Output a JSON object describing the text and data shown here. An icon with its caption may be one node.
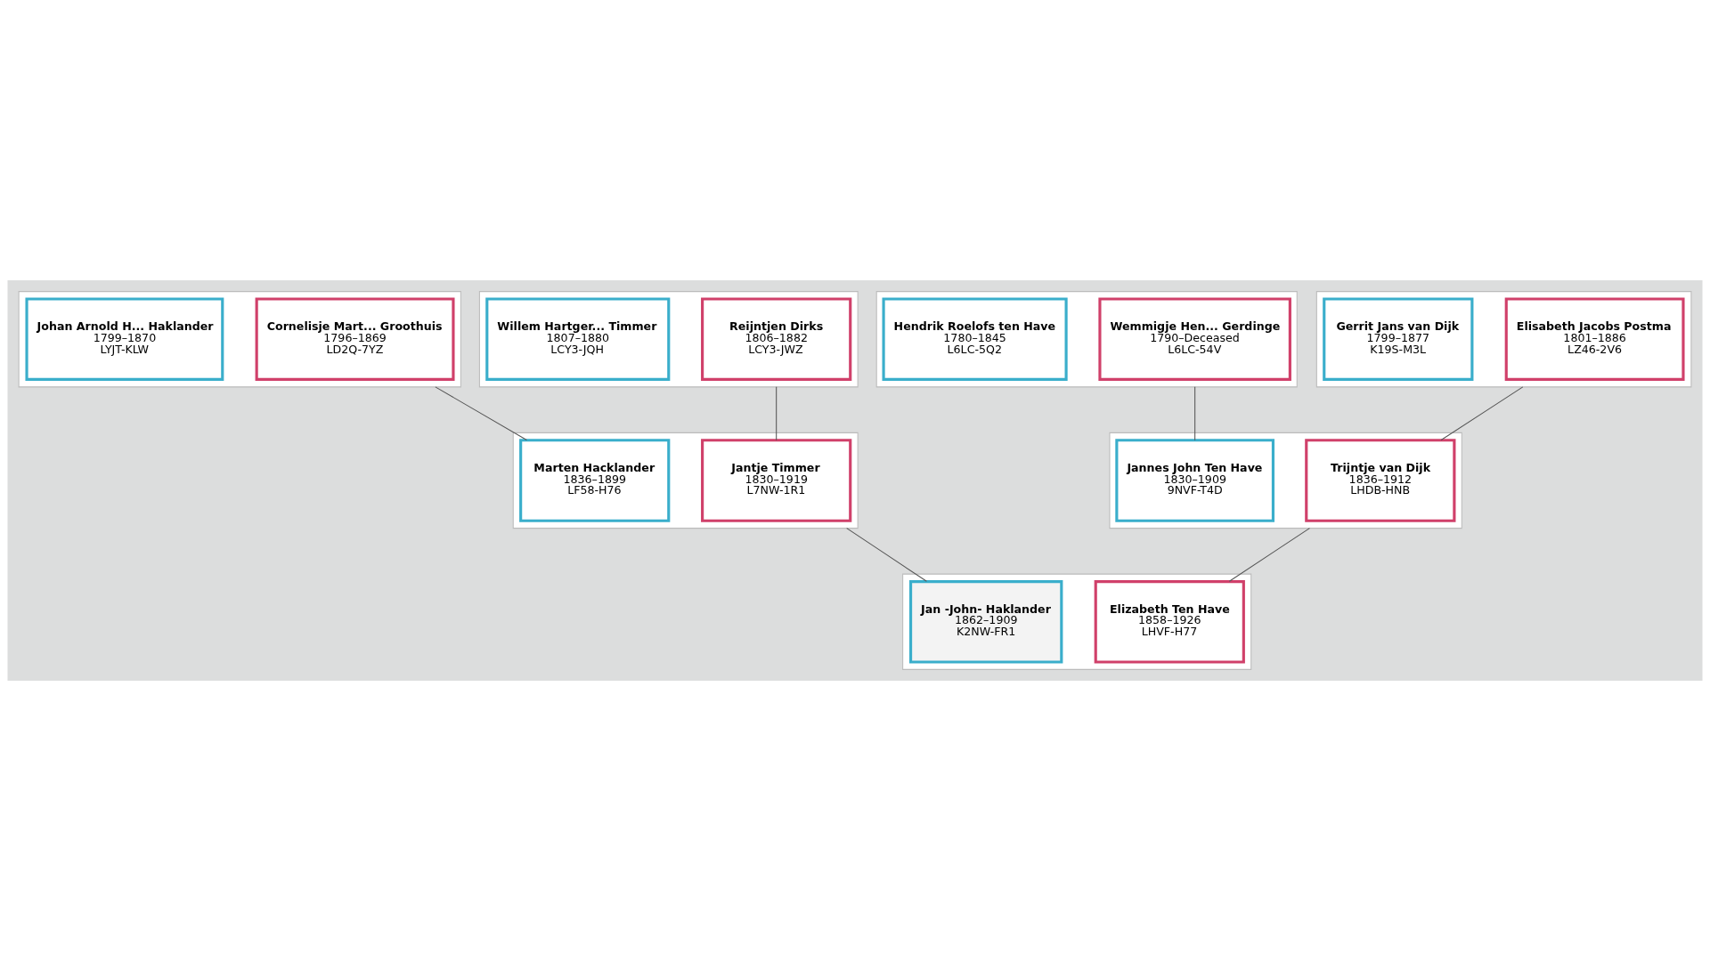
{
  "diagram": {
    "nodes": [
      {
        "text": [],
        "shape": "box"
      },
      {
        "text": [
          "Johan Arnold H... Haklander",
          "1799–1870",
          "LYJT-KLW"
        ],
        "in": 0
      },
      {
        "text": [
          "Cornelisje Mart... Groothuis",
          "1796–1869",
          "LD2Q-7YZ"
        ],
        "in": 0
      },
      {
        "text": [],
        "shape": "box"
      },
      {
        "text": [
          "Willem Hartger... Timmer",
          "1807–1880",
          "LCY3-JQH"
        ],
        "in": 3
      },
      {
        "text": [
          "Reijntjen Dirks",
          "1806–1882",
          "LCY3-JWZ"
        ],
        "in": 3
      },
      {
        "text": [],
        "shape": "box"
      },
      {
        "text": [
          "Hendrik Roelofs ten Have",
          "1780–1845",
          "L6LC-5Q2"
        ],
        "in": 6
      },
      {
        "text": [
          "Wemmigje Hen... Gerdinge",
          "1790–Deceased",
          "L6LC-54V"
        ],
        "in": 6
      },
      {
        "text": [],
        "shape": "box"
      },
      {
        "text": [
          "Gerrit Jans van Dijk",
          "1799–1877",
          "K19S-M3L"
        ],
        "in": 9
      },
      {
        "text": [
          "Elisabeth Jacobs Postma",
          "1801–1886",
          "LZ46-2V6"
        ],
        "in": 9
      },
      {
        "text": [],
        "shape": "box"
      },
      {
        "text": [
          "Marten Hacklander",
          "1836–1899",
          "LF58-H76"
        ],
        "in": 12
      },
      {
        "text": [
          "Jantje Timmer",
          "1830–1919",
          "L7NW-1R1"
        ],
        "in": 12
      },
      {
        "text": [],
        "shape": "box"
      },
      {
        "text": [
          "Jannes John Ten Have",
          "1830–1909",
          "9NVF-T4D"
        ],
        "in": 15
      },
      {
        "text": [
          "Trijntje van Dijk",
          "1836–1912",
          "LHDB-HNB"
        ],
        "in": 15
      },
      {
        "text": [],
        "shape": "box"
      },
      {
        "text": [
          "Jan -John- Haklander",
          "1862–1909",
          "K2NW-FR1"
        ],
        "in": 18
      },
      {
        "text": [
          "Elizabeth Ten Have",
          "1858–1926",
          "LHVF-H77"
        ],
        "in": 18
      }
    ],
    "edges": [
      {
        "from": 0,
        "to": 13,
        "arrow": "none"
      },
      {
        "from": 3,
        "to": 14,
        "arrow": "none"
      },
      {
        "from": 6,
        "to": 16,
        "arrow": "none"
      },
      {
        "from": 9,
        "to": 17,
        "arrow": "none"
      },
      {
        "from": 12,
        "to": 19,
        "arrow": "none"
      },
      {
        "from": 15,
        "to": 20,
        "arrow": "none"
      }
    ]
  }
}
